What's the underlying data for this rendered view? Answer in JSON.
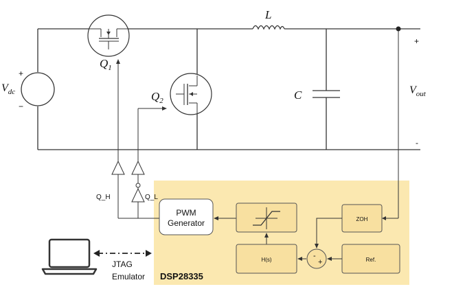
{
  "circuit": {
    "vdc_label": "V",
    "vdc_sub": "dc",
    "vdc_plus": "+",
    "vdc_minus": "−",
    "q1_label": "Q",
    "q1_sub": "1",
    "q2_label": "Q",
    "q2_sub": "2",
    "inductor_label": "L",
    "capacitor_label": "C",
    "vout_label": "V",
    "vout_sub": "out",
    "vout_plus": "+",
    "vout_minus": "-"
  },
  "signals": {
    "q_h": "Q_H",
    "q_l": "Q_L"
  },
  "dsp": {
    "title": "DSP28335",
    "pwm_line1": "PWM",
    "pwm_line2": "Generator",
    "zoh": "ZOH",
    "hs": "H(s)",
    "ref": "Ref.",
    "sum_minus": "-",
    "sum_plus": "+"
  },
  "host": {
    "jtag_line1": "JTAG",
    "jtag_line2": "Emulator"
  },
  "colors": {
    "dsp_fill": "#fbe8b0",
    "block_fill": "#f8e0a0"
  }
}
